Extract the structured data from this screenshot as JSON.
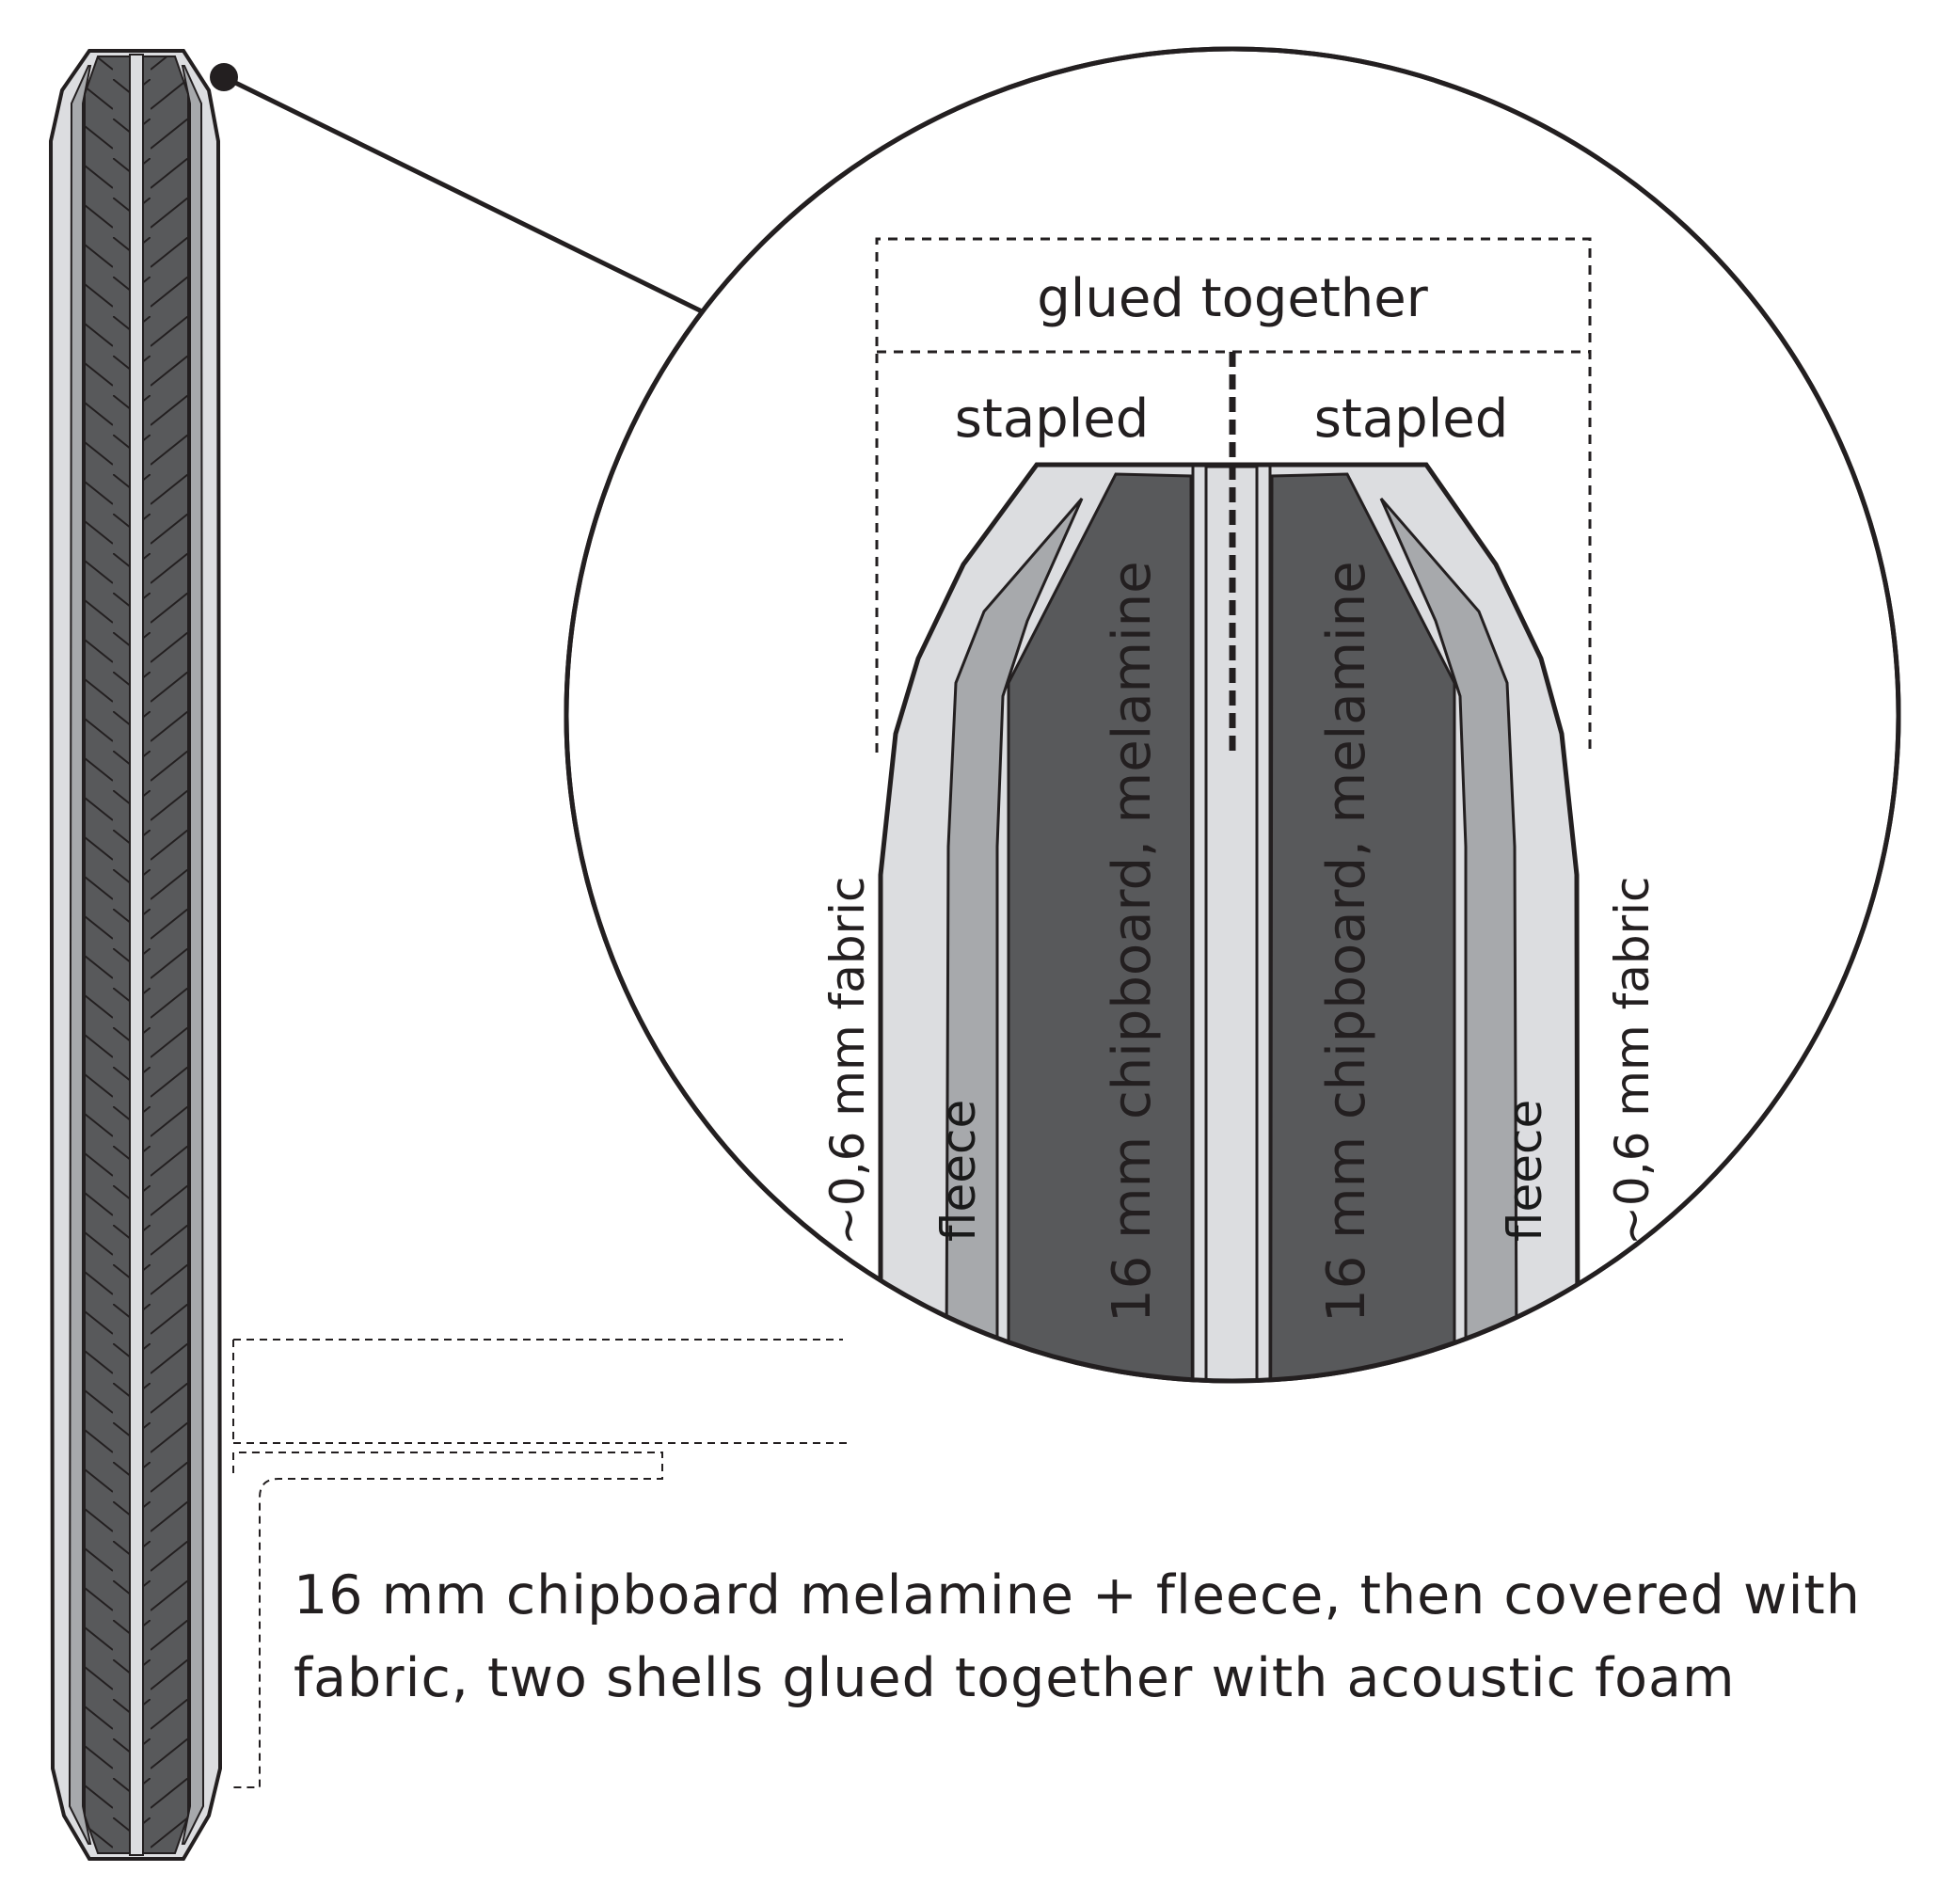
{
  "labels": {
    "glued_together": "glued together",
    "stapled_left": "stapled",
    "stapled_right": "stapled",
    "fabric_left": "~0,6 mm fabric",
    "fabric_right": "~0,6 mm fabric",
    "fleece_left": "fleece",
    "fleece_right": "fleece",
    "chipboard_left": "16 mm chipboard, melamine",
    "chipboard_right": "16 mm chipboard, melamine"
  },
  "caption": {
    "line1": "16 mm chipboard melamine + fleece, then covered with",
    "line2": "fabric, two shells glued together with acoustic foam"
  },
  "colors": {
    "outline": "#231f20",
    "chipboard": "#58595b",
    "fleece": "#a7a9ac",
    "fabric": "#dcdde0",
    "background": "#ffffff"
  }
}
